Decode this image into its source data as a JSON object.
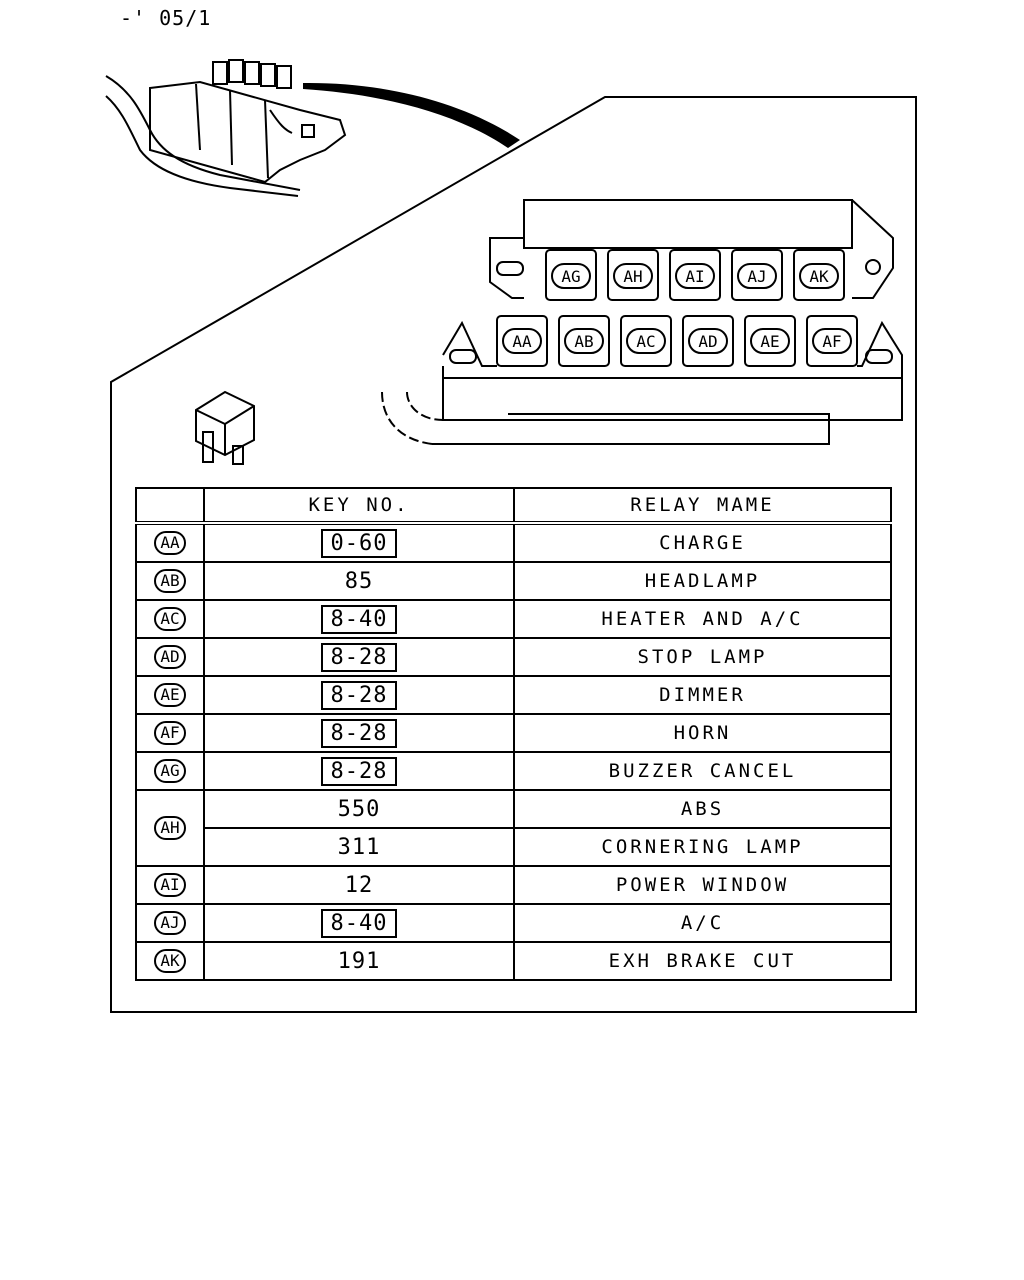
{
  "page_code": "-' 05/1",
  "relay_block": {
    "top_row_codes": [
      "AG",
      "AH",
      "AI",
      "AJ",
      "AK"
    ],
    "bottom_row_codes": [
      "AA",
      "AB",
      "AC",
      "AD",
      "AE",
      "AF"
    ]
  },
  "table": {
    "headers": {
      "code": "",
      "key_no": "KEY NO.",
      "relay_name": "RELAY MAME"
    },
    "rows": [
      {
        "code": "AA",
        "key_no": "0-60",
        "boxed": true,
        "relay_name": "CHARGE"
      },
      {
        "code": "AB",
        "key_no": "85",
        "boxed": false,
        "relay_name": "HEADLAMP"
      },
      {
        "code": "AC",
        "key_no": "8-40",
        "boxed": true,
        "relay_name": "HEATER AND A/C"
      },
      {
        "code": "AD",
        "key_no": "8-28",
        "boxed": true,
        "relay_name": "STOP LAMP"
      },
      {
        "code": "AE",
        "key_no": "8-28",
        "boxed": true,
        "relay_name": "DIMMER"
      },
      {
        "code": "AF",
        "key_no": "8-28",
        "boxed": true,
        "relay_name": "HORN"
      },
      {
        "code": "AG",
        "key_no": "8-28",
        "boxed": true,
        "relay_name": "BUZZER CANCEL"
      },
      {
        "code": "AH",
        "key_no": "550",
        "boxed": false,
        "relay_name": "ABS"
      },
      {
        "code": "",
        "key_no": "311",
        "boxed": false,
        "relay_name": "CORNERING LAMP"
      },
      {
        "code": "AI",
        "key_no": "12",
        "boxed": false,
        "relay_name": "POWER WINDOW"
      },
      {
        "code": "AJ",
        "key_no": "8-40",
        "boxed": true,
        "relay_name": "A/C"
      },
      {
        "code": "AK",
        "key_no": "191",
        "boxed": false,
        "relay_name": "EXH BRAKE CUT"
      }
    ]
  }
}
